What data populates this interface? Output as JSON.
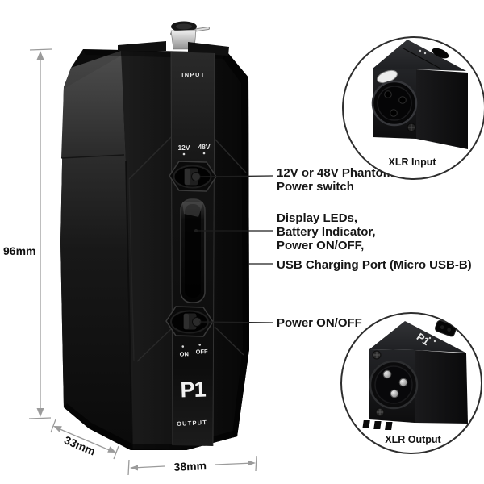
{
  "device": {
    "input_label": "INPUT",
    "phantom_12": "12V",
    "phantom_48": "48V",
    "on_label": "ON",
    "off_label": "OFF",
    "model": "P1",
    "output_label": "OUTPUT"
  },
  "annotations": {
    "phantom_switch": {
      "lines": [
        "12V or 48V Phantom",
        "Power switch"
      ]
    },
    "display_leds": {
      "lines": [
        "Display LEDs,",
        "Battery Indicator,",
        "Power ON/OFF,"
      ]
    },
    "usb_port": {
      "lines": [
        "USB Charging Port (Micro USB-B)"
      ]
    },
    "power_switch": {
      "lines": [
        "Power ON/OFF"
      ]
    }
  },
  "dimensions": {
    "height": "96mm",
    "depth": "33mm",
    "width": "38mm"
  },
  "callouts": {
    "input": {
      "label": "XLR Input"
    },
    "output": {
      "label": "XLR Output",
      "model": "P1"
    }
  },
  "colors": {
    "background": "#ffffff",
    "device_body": "#0c0c0c",
    "device_text": "#e6e6e6",
    "dimension_line": "#9b9b9b",
    "annotation_text": "#161616",
    "leader_line": "#1f1f1f",
    "callout_circle_stroke": "#2e2e2e"
  }
}
